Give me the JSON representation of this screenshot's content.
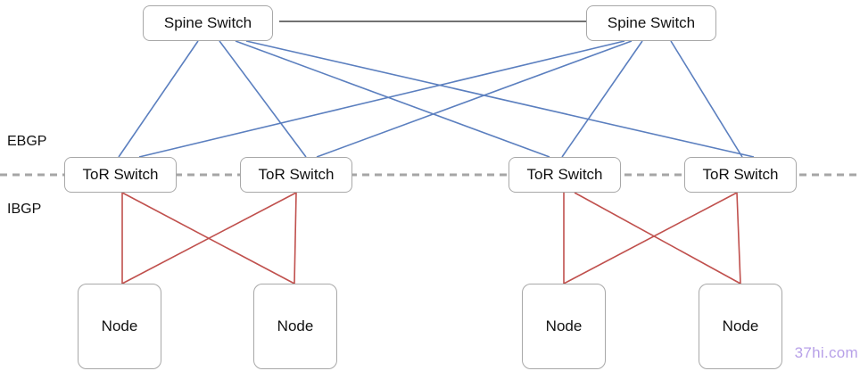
{
  "diagram": {
    "spines": [
      {
        "id": "spine1",
        "label": "Spine Switch"
      },
      {
        "id": "spine2",
        "label": "Spine Switch"
      }
    ],
    "tors": [
      {
        "id": "tor1",
        "label": "ToR Switch"
      },
      {
        "id": "tor2",
        "label": "ToR Switch"
      },
      {
        "id": "tor3",
        "label": "ToR Switch"
      },
      {
        "id": "tor4",
        "label": "ToR Switch"
      }
    ],
    "nodes": [
      {
        "id": "node1",
        "label": "Node"
      },
      {
        "id": "node2",
        "label": "Node"
      },
      {
        "id": "node3",
        "label": "Node"
      },
      {
        "id": "node4",
        "label": "Node"
      }
    ],
    "zones": {
      "upper": "EBGP",
      "lower": "IBGP"
    },
    "links": {
      "spine_peer": [
        [
          "spine1",
          "spine2"
        ]
      ],
      "ebgp": [
        [
          "spine1",
          "tor1"
        ],
        [
          "spine1",
          "tor2"
        ],
        [
          "spine1",
          "tor3"
        ],
        [
          "spine1",
          "tor4"
        ],
        [
          "spine2",
          "tor1"
        ],
        [
          "spine2",
          "tor2"
        ],
        [
          "spine2",
          "tor3"
        ],
        [
          "spine2",
          "tor4"
        ]
      ],
      "ibgp": [
        [
          "tor1",
          "node1"
        ],
        [
          "tor1",
          "node2"
        ],
        [
          "tor2",
          "node1"
        ],
        [
          "tor2",
          "node2"
        ],
        [
          "tor3",
          "node3"
        ],
        [
          "tor3",
          "node4"
        ],
        [
          "tor4",
          "node3"
        ],
        [
          "tor4",
          "node4"
        ]
      ]
    },
    "colors": {
      "ebgp_link": "#5b7fbf",
      "ibgp_link": "#c0504d",
      "spine_peer_link": "#444444",
      "divider": "#a6a6a6"
    },
    "watermark": "37hi.com"
  }
}
